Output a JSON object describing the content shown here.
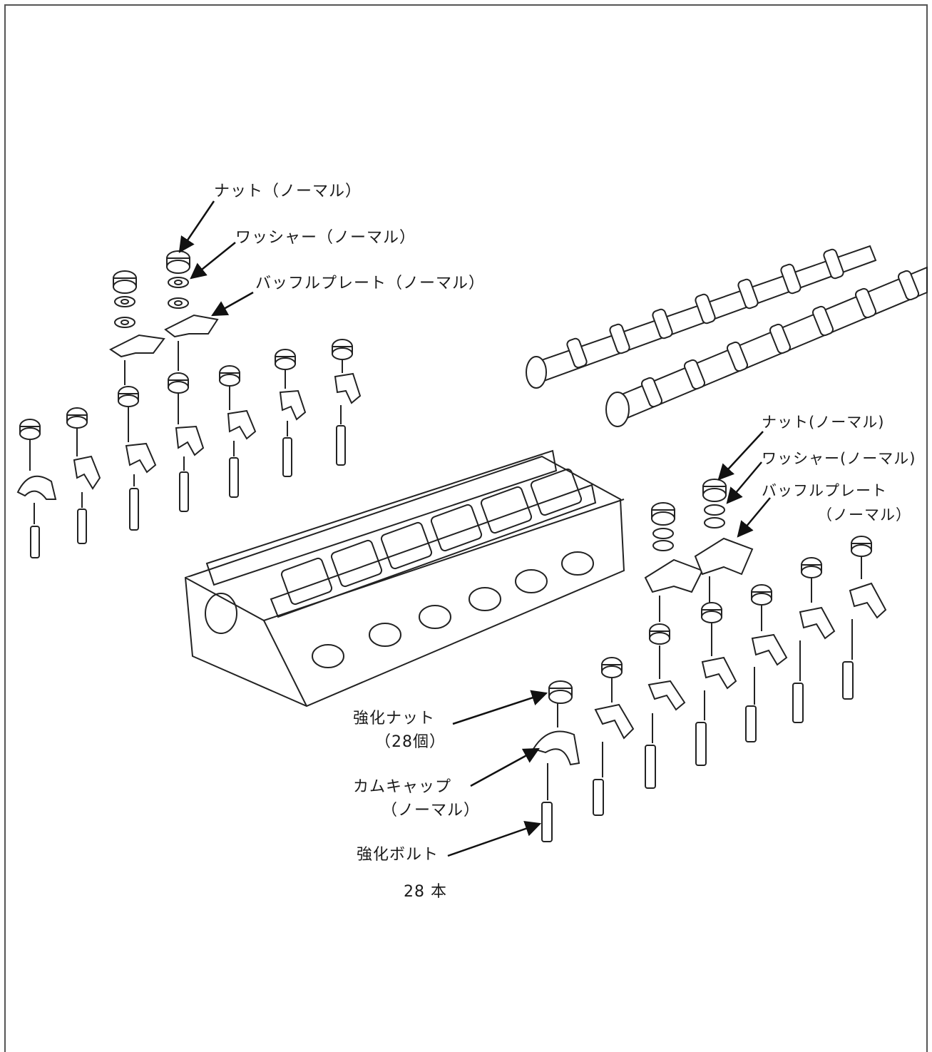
{
  "labels": {
    "left_nut": "ナット（ノーマル）",
    "left_washer": "ワッシャー（ノーマル）",
    "left_baffle": "バッフルプレート（ノーマル）",
    "right_nut": "ナット(ノーマル)",
    "right_washer": "ワッシャー(ノーマル)",
    "right_baffle_1": "バッフルプレート",
    "right_baffle_2": "（ノーマル）",
    "reinforced_nut_1": "強化ナット",
    "reinforced_nut_2": "（28個）",
    "cam_cap_1": "カムキャップ",
    "cam_cap_2": "（ノーマル）",
    "reinforced_bolt": "強化ボルト",
    "bolt_count": "28 本"
  }
}
